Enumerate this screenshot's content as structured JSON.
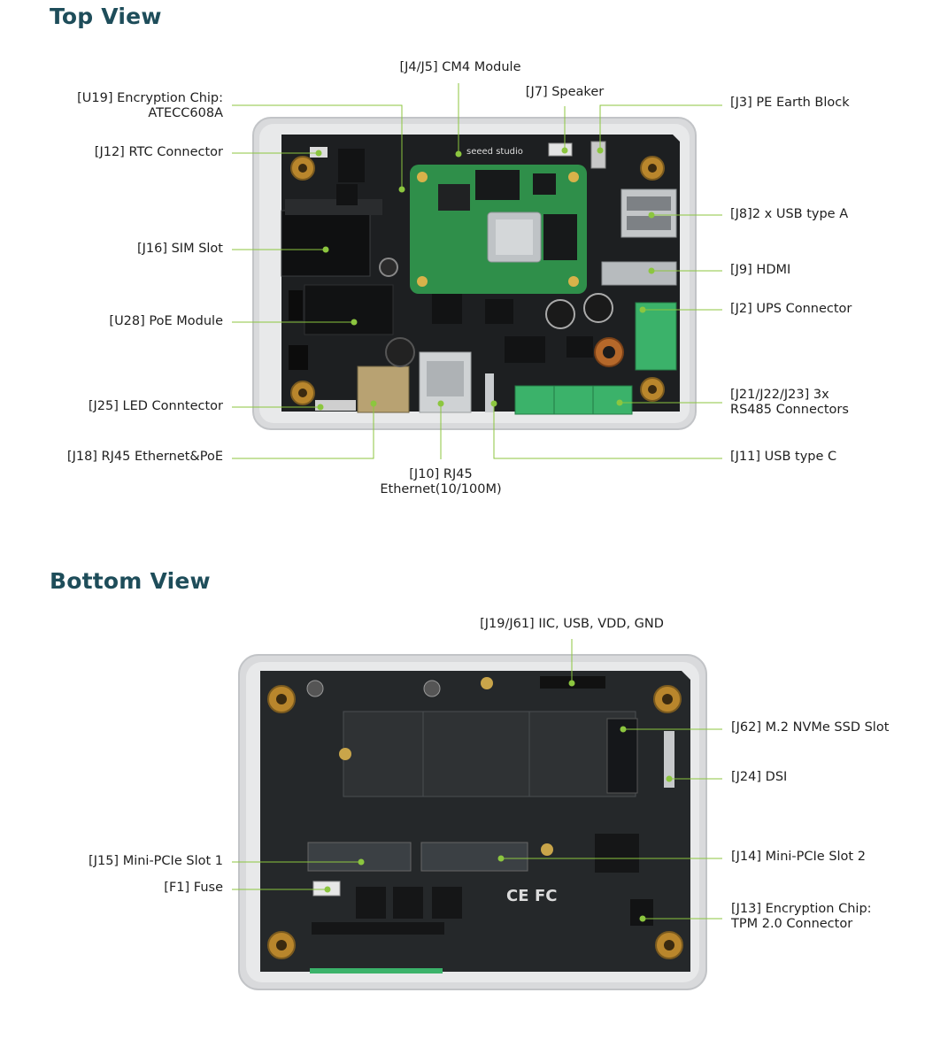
{
  "top_view": {
    "title": "Top View",
    "labels": {
      "cm4_module": "[J4/J5] CM4 Module",
      "encryption_chip_line1": "[U19] Encryption Chip:",
      "encryption_chip_line2": "ATECC608A",
      "speaker": "[J7] Speaker",
      "pe_earth_block": "[J3] PE Earth Block",
      "rtc_connector": "[J12] RTC Connector",
      "usb_type_a": "[J8]2 x USB type A",
      "sim_slot": "[J16] SIM Slot",
      "hdmi": "[J9] HDMI",
      "poe_module": "[U28] PoE Module",
      "ups_connector": "[J2] UPS Connector",
      "led_connector": "[J25] LED Conntector",
      "rs485_line1": "[J21/J22/J23] 3x",
      "rs485_line2": "RS485 Connectors",
      "rj45_poe": "[J18] RJ45 Ethernet&PoE",
      "usb_type_c": "[J11] USB type C",
      "rj45_line1": "[J10] RJ45",
      "rj45_line2": "Ethernet(10/100M)"
    }
  },
  "bottom_view": {
    "title": "Bottom View",
    "labels": {
      "iic_usb": "[J19/J61] IIC, USB, VDD, GND",
      "m2_nvme": "[J62] M.2 NVMe SSD Slot",
      "dsi": "[J24] DSI",
      "mini_pcie_1": "[J15] Mini-PCIe Slot 1",
      "mini_pcie_2": "[J14] Mini-PCIe Slot 2",
      "fuse": "[F1] Fuse",
      "tpm_line1": "[J13] Encryption Chip:",
      "tpm_line2": "TPM 2.0 Connector"
    }
  },
  "colors": {
    "title": "#1e4d5a",
    "leader_line": "#8cc63f",
    "marker_dot": "#8cc63f",
    "pcb": "#1d1f21",
    "enclosure": "#d9dadc",
    "cm4_board": "#2f8f4a",
    "terminal_green": "#3bb26a"
  }
}
